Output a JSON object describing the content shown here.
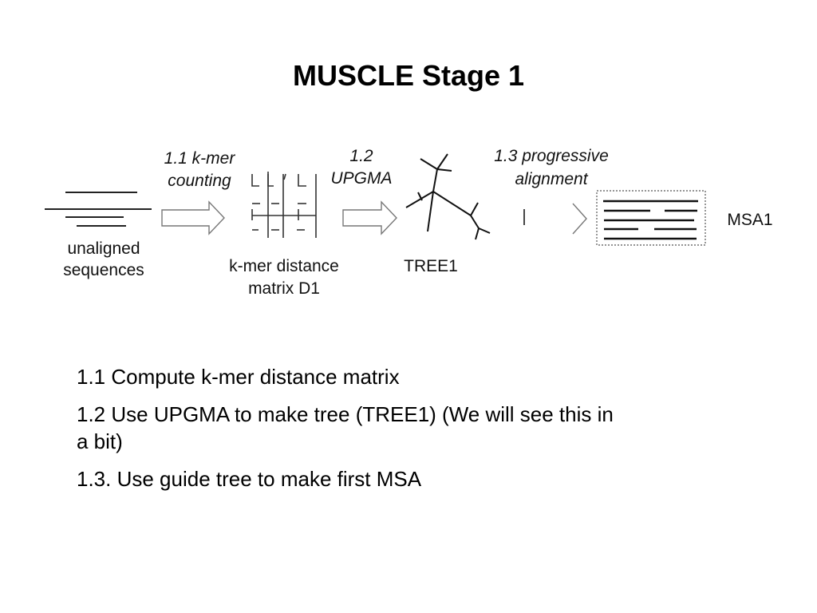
{
  "slide": {
    "title": "MUSCLE Stage 1"
  },
  "diagram": {
    "inputs_label_1": "unaligned",
    "inputs_label_2": "sequences",
    "step1_1": "1.1 k-mer",
    "step1_2": "counting",
    "matrix_label_1": "k-mer distance",
    "matrix_label_2": "matrix D1",
    "step2_1": "1.2",
    "step2_2": "UPGMA",
    "tree_label": "TREE1",
    "step3_1": "1.3 progressive",
    "step3_2": "alignment",
    "output_label": "MSA1"
  },
  "bullets": [
    "1.1 Compute k-mer distance matrix",
    "1.2 Use UPGMA to make tree (TREE1) (We will see this in a bit)",
    "1.3. Use guide tree to make first MSA"
  ]
}
